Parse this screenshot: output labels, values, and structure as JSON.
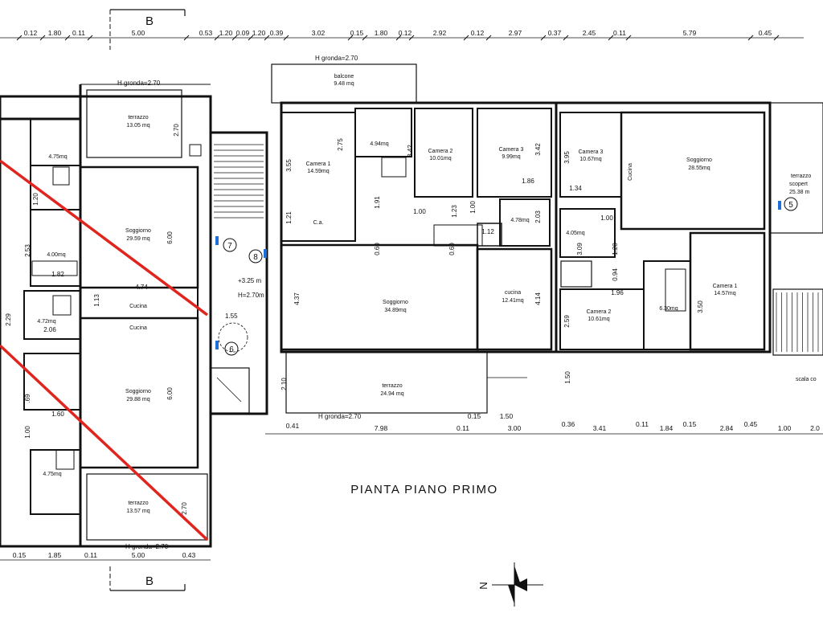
{
  "title": "PIANTA PIANO PRIMO",
  "section_marker": "B",
  "dims_top": [
    "0.12",
    "1.80",
    "0.11",
    "5.00",
    "0.53",
    "1.20",
    "0.09",
    "1.20",
    "0.39",
    "3.02",
    "0.15",
    "1.80",
    "0.12",
    "2.92",
    "0.12",
    "2.97",
    "0.37",
    "2.45",
    "0.11",
    "5.79",
    "0.45"
  ],
  "dims_bottom_left": [
    "0.15",
    "1.85",
    "0.11",
    "5.00",
    "0.43"
  ],
  "dims_bottom_center": [
    "0.41",
    "7.98",
    "0.11",
    "3.00",
    "0.15",
    "1.50"
  ],
  "dims_bottom_right": [
    "0.36",
    "3.41",
    "0.11",
    "1.84",
    "0.15",
    "2.84",
    "0.45",
    "1.00",
    "2.0"
  ],
  "gronda": "H gronda=2.70",
  "rooms": {
    "balcone": {
      "name": "balcone",
      "area": "9.48 mq"
    },
    "terrazzo_tl": {
      "name": "terrazzo",
      "area": "13.05 mq"
    },
    "soggiorno_l1": {
      "name": "Soggiorno",
      "area": "29.59 mq"
    },
    "soggiorno_l2": {
      "name": "Soggiorno",
      "area": "29.88 mq"
    },
    "terrazzo_bl": {
      "name": "terrazzo",
      "area": "13.57 mq"
    },
    "cucina_l1": "Cucina",
    "cucina_l2": "Cucina",
    "bath_l1": "4.75mq",
    "bath_l2": "4.00mq",
    "bath_l3": "4.72mq",
    "bath_l4": "4.75mq",
    "camera1_c": {
      "name": "Camera 1",
      "area": "14.59mq"
    },
    "ca": "C.a.",
    "bath_c1": "4.94mq",
    "camera2_c": {
      "name": "Camera 2",
      "area": "10.01mq"
    },
    "camera3_c": {
      "name": "Camera 3",
      "area": "9.99mq"
    },
    "bath_c2": "4.78mq",
    "soggiorno_c": {
      "name": "Soggiorno",
      "area": "34.89mq"
    },
    "cucina_c": {
      "name": "cucina",
      "area": "12.41mq"
    },
    "terrazzo_c": {
      "name": "terrazzo",
      "area": "24.94 mq"
    },
    "camera3_r": {
      "name": "Camera 3",
      "area": "10.67mq"
    },
    "cucina_r": "Cucina",
    "soggiorno_r": {
      "name": "Soggiorno",
      "area": "28.55mq"
    },
    "terrazzo_r": {
      "name": "terrazzo",
      "name2": "scopert",
      "area": "25.38 m"
    },
    "bath_r1": "4.05mq",
    "camera2_r": {
      "name": "Camera 2",
      "area": "10.61mq"
    },
    "bath_r2": "6.30mq",
    "camera1_r": {
      "name": "Camera 1",
      "area": "14.57mq"
    },
    "scala": "scala co"
  },
  "stair": {
    "level": "+3.25 m",
    "height": "H=2.70m",
    "d155": "1.55"
  },
  "unit_numbers": [
    "5",
    "6",
    "7",
    "8"
  ],
  "dims_inner": {
    "d270a": "2.70",
    "d600a": "6.00",
    "d600b": "6.00",
    "d270b": "2.70",
    "d474": "4.74",
    "d113": "1.13",
    "d182": "1.82",
    "d253": "2.53",
    "d120": "1.20",
    "d229": "2.29",
    "d206": "2.06",
    "d160": "1.60",
    "d100": "1.00",
    "d069": ".69",
    "d355": "3.55",
    "d275": "2.75",
    "d342a": "3.42",
    "d342b": "3.42",
    "d191": "1.91",
    "d121": "1.21",
    "d437": "4.37",
    "d060a": "0.60",
    "d060b": "0.60",
    "d100b": "1.00",
    "d123": "1.23",
    "d100c": "1.00",
    "d112": "1.12",
    "d203": "2.03",
    "d186": "1.86",
    "d414": "4.14",
    "d395": "3.95",
    "d134": "1.34",
    "d100d": "1.00",
    "d120b": "1.20",
    "d309": "3.09",
    "d094": "0.94",
    "d196": "1.96",
    "d350": "3.50",
    "d259": "2.59",
    "d210": "2.10",
    "d150": "1.50"
  },
  "north_label": "N",
  "colors": {
    "line": "#111111",
    "cross": "#e0251e",
    "background": "#ffffff",
    "accent": "#1e6fd9"
  }
}
